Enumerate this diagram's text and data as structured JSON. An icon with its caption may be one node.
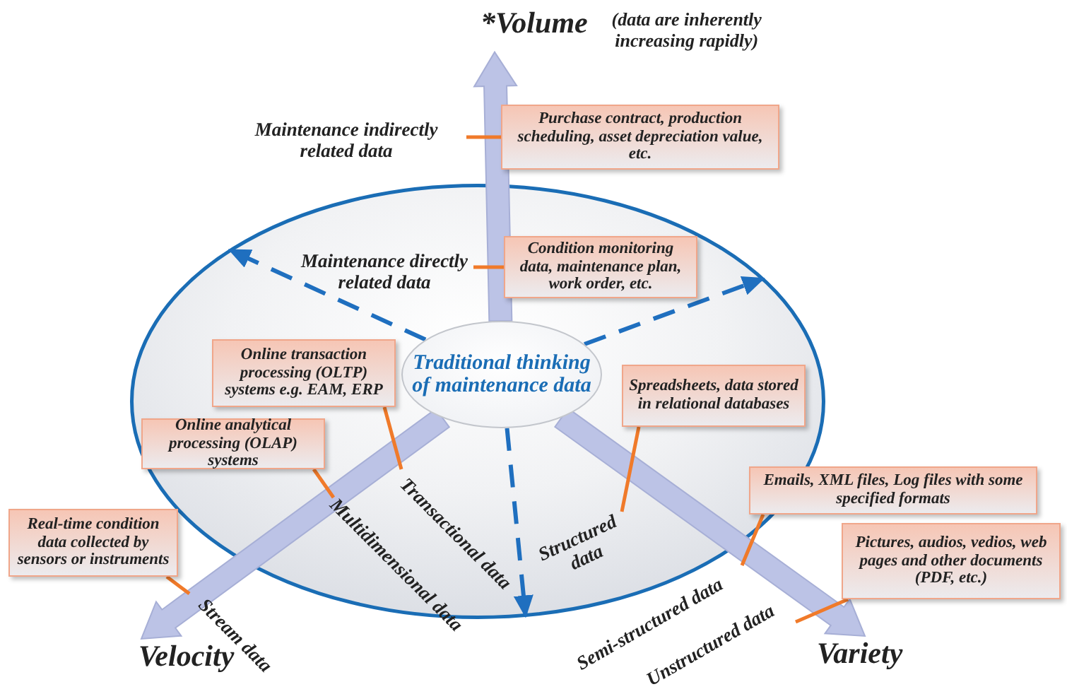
{
  "diagram": {
    "nodes": [
      {
        "text": [],
        "shape": "circle"
      },
      {
        "text": [
          "Traditional thinking of maintenance data"
        ],
        "in": 0
      },
      {
        "text": [
          "*Volume",
          "(data are inherently increasing rapidly)"
        ]
      },
      {
        "text": [
          "Velocity"
        ]
      },
      {
        "text": [
          "Variety"
        ]
      },
      {
        "text": [
          "Purchase contract, production scheduling, asset depreciation value, etc."
        ]
      },
      {
        "text": [
          "Condition monitoring data, maintenance plan, work order, etc."
        ],
        "in": 0
      },
      {
        "text": [
          "Online transaction processing (OLTP) systems e.g. EAM, ERP"
        ],
        "in": 0
      },
      {
        "text": [
          "Online analytical processing (OLAP) systems"
        ],
        "in": 0
      },
      {
        "text": [
          "Real-time condition data collected by sensors or instruments"
        ]
      },
      {
        "text": [
          "Spreadsheets, data stored in relational databases"
        ],
        "in": 0
      },
      {
        "text": [
          "Emails, XML files, Log files with some specified formats"
        ]
      },
      {
        "text": [
          "Pictures, audios, vedios, web pages and other documents (PDF, etc.)"
        ]
      },
      {
        "text": [
          "Maintenance indirectly related data"
        ]
      },
      {
        "text": [
          "Maintenance directly related data"
        ],
        "in": 0
      },
      {
        "text": [
          "Transactional data"
        ],
        "in": 0
      },
      {
        "text": [
          "Structured data"
        ],
        "in": 0
      },
      {
        "text": [
          "Multidimensional data"
        ]
      },
      {
        "text": [
          "Semi-structured data"
        ]
      },
      {
        "text": [
          "Stream data"
        ]
      },
      {
        "text": [
          "Unstructured data"
        ]
      }
    ],
    "edges": [
      {
        "from": 1,
        "to": 2,
        "arrow": "to",
        "style": "thick",
        "color": "#bcc3e6"
      },
      {
        "from": 1,
        "to": 3,
        "arrow": "to",
        "style": "thick",
        "color": "#bcc3e6"
      },
      {
        "from": 1,
        "to": 4,
        "arrow": "to",
        "style": "thick",
        "color": "#bcc3e6"
      },
      {
        "from": 1,
        "to": 0,
        "arrow": "to",
        "style": "dashed",
        "color": "#1f6fbf"
      },
      {
        "from": 1,
        "to": 0,
        "arrow": "to",
        "style": "dashed",
        "color": "#1f6fbf"
      },
      {
        "from": 1,
        "to": 0,
        "arrow": "to",
        "style": "dashed",
        "color": "#1f6fbf"
      },
      {
        "from": 5,
        "to": 13,
        "arrow": "none"
      },
      {
        "from": 6,
        "to": 14,
        "arrow": "none"
      },
      {
        "from": 7,
        "to": 15,
        "arrow": "none"
      },
      {
        "from": 8,
        "to": 17,
        "arrow": "none"
      },
      {
        "from": 9,
        "to": 19,
        "arrow": "none"
      },
      {
        "from": 10,
        "to": 16,
        "arrow": "none"
      },
      {
        "from": 11,
        "to": 18,
        "arrow": "none"
      },
      {
        "from": 12,
        "to": 20,
        "arrow": "none"
      }
    ]
  }
}
